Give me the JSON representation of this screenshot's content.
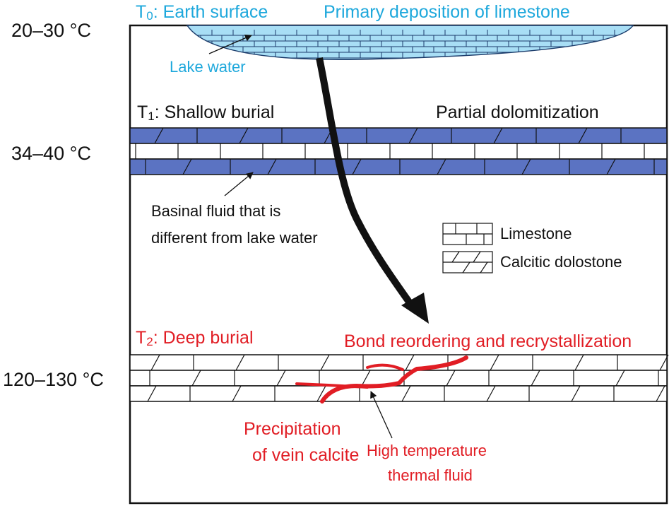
{
  "colors": {
    "cyan": "#1ea8dc",
    "water_fill": "#a8def5",
    "dolo_fill": "#5b73c2",
    "red": "#e11d24",
    "black": "#111111"
  },
  "stages": {
    "t0": {
      "temperature": "20–30 °C",
      "sub_main": "T",
      "sub_idx": "0",
      "title_rest": ": Earth surface",
      "process": "Primary deposition of limestone",
      "note": "Lake water"
    },
    "t1": {
      "temperature": "34–40 °C",
      "sub_main": "T",
      "sub_idx": "1",
      "title_rest": ": Shallow burial",
      "process": "Partial dolomitization",
      "note_line1": "Basinal fluid that is",
      "note_line2": "different from lake water"
    },
    "t2": {
      "temperature": "120–130 °C",
      "sub_main": "T",
      "sub_idx": "2",
      "title_rest": ": Deep burial",
      "process": "Bond reordering and recrystallization",
      "vein_line1": "Precipitation",
      "vein_line2": "of vein calcite",
      "fluid_line1": "High temperature",
      "fluid_line2": "thermal fluid"
    }
  },
  "legend": {
    "limestone": "Limestone",
    "dolostone": "Calcitic dolostone"
  },
  "icons": [
    "limestone-brick-pattern",
    "dolostone-slash-pattern",
    "burial-path-arrow",
    "pointer-arrow"
  ]
}
